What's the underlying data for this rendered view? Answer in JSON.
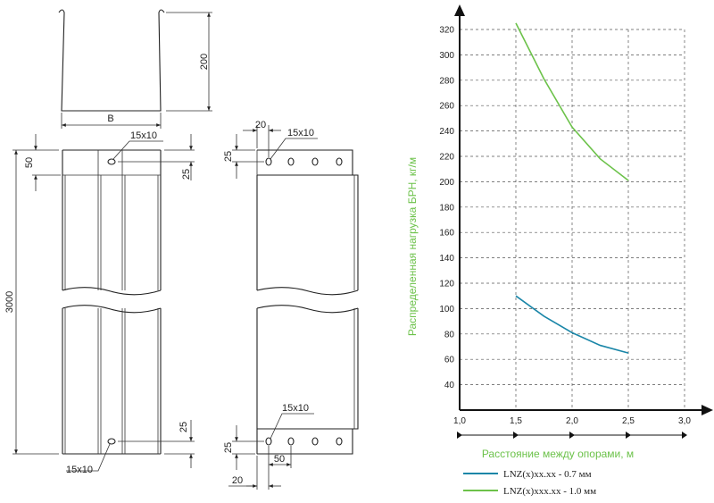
{
  "drawing": {
    "profile": {
      "height_label": "200",
      "width_label": "B"
    },
    "front_view": {
      "length_label": "3000",
      "top_offset_label": "50",
      "top_slot_label": "15x10",
      "top_edge_label": "25",
      "bottom_edge_label": "25",
      "bottom_slot_label": "15x10"
    },
    "side_view": {
      "top_spacing_label": "20",
      "top_slot_label": "15x10",
      "top_edge_label": "25",
      "bottom_slot_label": "15x10",
      "bottom_edge_label": "25",
      "pitch_label": "50",
      "bottom_spacing_label": "20"
    }
  },
  "chart_data": {
    "type": "line",
    "ylabel": "Распределенная нагрузка БРН, кг/м",
    "xlabel": "Расстояние между опорами, м",
    "xlim": [
      1.0,
      3.0
    ],
    "ylim": [
      20,
      320
    ],
    "x_ticks": [
      "1,0",
      "1,5",
      "2,0",
      "2,5",
      "3,0"
    ],
    "y_ticks": [
      "40",
      "60",
      "80",
      "100",
      "120",
      "140",
      "160",
      "180",
      "200",
      "220",
      "240",
      "260",
      "280",
      "300",
      "320"
    ],
    "grid": "dashed",
    "legend_position": "bottom-left",
    "series": [
      {
        "name": "LNZ(x)xx.xx - 0.7 мм",
        "color": "#1a86a8",
        "x": [
          1.5,
          1.75,
          2.0,
          2.25,
          2.5
        ],
        "y": [
          110,
          94,
          81,
          71,
          65
        ]
      },
      {
        "name": "LNZ(x)xxx.xx - 1.0 мм",
        "color": "#6cc24a",
        "x": [
          1.5,
          1.75,
          2.0,
          2.25,
          2.5
        ],
        "y": [
          325,
          281,
          243,
          218,
          201
        ]
      }
    ],
    "colors": {
      "axis_title": "#6cc24a",
      "axis": "#111111",
      "grid": "#555555"
    }
  }
}
